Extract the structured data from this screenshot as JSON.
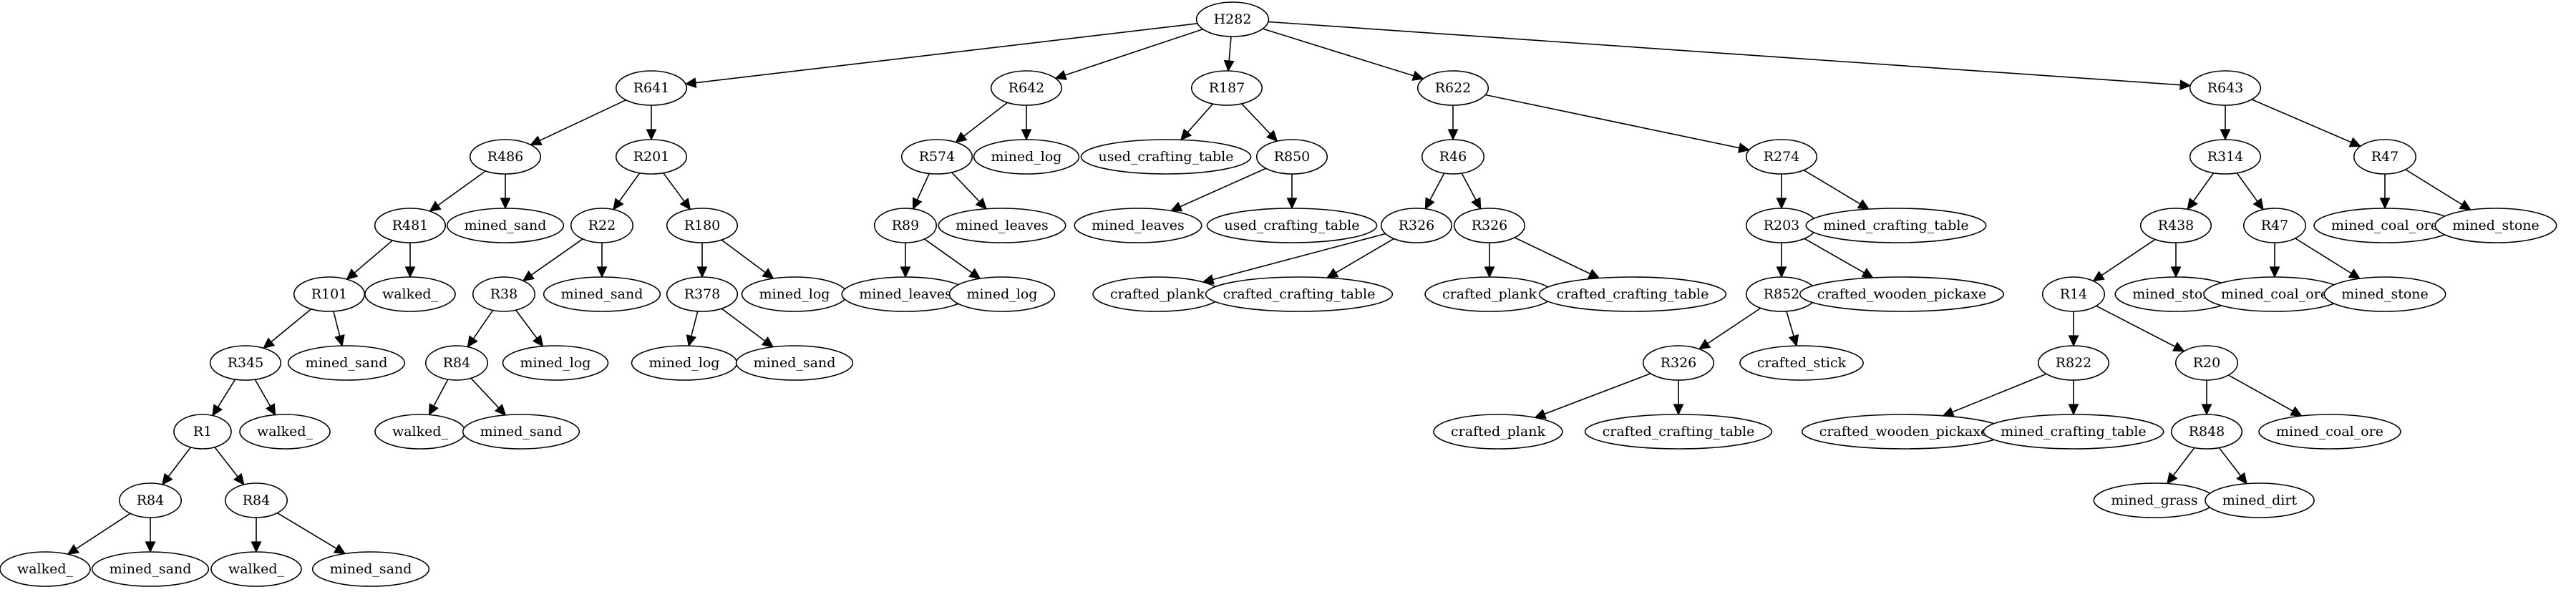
{
  "tree": {
    "nodes": [
      {
        "id": "n0",
        "label": "H282"
      },
      {
        "id": "n1",
        "label": "R641"
      },
      {
        "id": "n2",
        "label": "R642"
      },
      {
        "id": "n3",
        "label": "R187"
      },
      {
        "id": "n4",
        "label": "R622"
      },
      {
        "id": "n5",
        "label": "R643"
      },
      {
        "id": "n6",
        "label": "R486"
      },
      {
        "id": "n7",
        "label": "R201"
      },
      {
        "id": "n8",
        "label": "R574"
      },
      {
        "id": "n9",
        "label": "mined_log"
      },
      {
        "id": "n10",
        "label": "used_crafting_table"
      },
      {
        "id": "n11",
        "label": "R850"
      },
      {
        "id": "n12",
        "label": "R46"
      },
      {
        "id": "n13",
        "label": "R274"
      },
      {
        "id": "n14",
        "label": "R314"
      },
      {
        "id": "n15",
        "label": "R47"
      },
      {
        "id": "n16",
        "label": "R481"
      },
      {
        "id": "n17",
        "label": "mined_sand"
      },
      {
        "id": "n18",
        "label": "R22"
      },
      {
        "id": "n19",
        "label": "R180"
      },
      {
        "id": "n20",
        "label": "R89"
      },
      {
        "id": "n21",
        "label": "mined_leaves"
      },
      {
        "id": "n22",
        "label": "mined_leaves"
      },
      {
        "id": "n23",
        "label": "used_crafting_table"
      },
      {
        "id": "n24",
        "label": "R326"
      },
      {
        "id": "n25",
        "label": "R326"
      },
      {
        "id": "n26",
        "label": "R203"
      },
      {
        "id": "n27",
        "label": "mined_crafting_table"
      },
      {
        "id": "n28",
        "label": "R438"
      },
      {
        "id": "n29",
        "label": "R47"
      },
      {
        "id": "n30",
        "label": "mined_coal_ore"
      },
      {
        "id": "n31",
        "label": "mined_stone"
      },
      {
        "id": "n32",
        "label": "R101"
      },
      {
        "id": "n33",
        "label": "walked_"
      },
      {
        "id": "n34",
        "label": "R38"
      },
      {
        "id": "n35",
        "label": "mined_sand"
      },
      {
        "id": "n36",
        "label": "R378"
      },
      {
        "id": "n37",
        "label": "mined_log"
      },
      {
        "id": "n38",
        "label": "mined_leaves"
      },
      {
        "id": "n39",
        "label": "mined_log"
      },
      {
        "id": "n40",
        "label": "crafted_plank"
      },
      {
        "id": "n41",
        "label": "crafted_crafting_table"
      },
      {
        "id": "n42",
        "label": "crafted_plank"
      },
      {
        "id": "n43",
        "label": "crafted_crafting_table"
      },
      {
        "id": "n44",
        "label": "R852"
      },
      {
        "id": "n45",
        "label": "crafted_wooden_pickaxe"
      },
      {
        "id": "n46",
        "label": "R14"
      },
      {
        "id": "n47",
        "label": "mined_stone"
      },
      {
        "id": "n48",
        "label": "mined_coal_ore"
      },
      {
        "id": "n49",
        "label": "mined_stone"
      },
      {
        "id": "n50",
        "label": "R345"
      },
      {
        "id": "n51",
        "label": "mined_sand"
      },
      {
        "id": "n52",
        "label": "R84"
      },
      {
        "id": "n53",
        "label": "mined_log"
      },
      {
        "id": "n54",
        "label": "mined_log"
      },
      {
        "id": "n55",
        "label": "mined_sand"
      },
      {
        "id": "n56",
        "label": "R326"
      },
      {
        "id": "n57",
        "label": "crafted_stick"
      },
      {
        "id": "n58",
        "label": "R822"
      },
      {
        "id": "n59",
        "label": "R20"
      },
      {
        "id": "n60",
        "label": "R1"
      },
      {
        "id": "n61",
        "label": "walked_"
      },
      {
        "id": "n62",
        "label": "walked_"
      },
      {
        "id": "n63",
        "label": "mined_sand"
      },
      {
        "id": "n64",
        "label": "crafted_plank"
      },
      {
        "id": "n65",
        "label": "crafted_crafting_table"
      },
      {
        "id": "n66",
        "label": "crafted_wooden_pickaxe"
      },
      {
        "id": "n67",
        "label": "mined_crafting_table"
      },
      {
        "id": "n68",
        "label": "R848"
      },
      {
        "id": "n69",
        "label": "mined_coal_ore"
      },
      {
        "id": "n70",
        "label": "R84"
      },
      {
        "id": "n71",
        "label": "R84"
      },
      {
        "id": "n72",
        "label": "mined_grass"
      },
      {
        "id": "n73",
        "label": "mined_dirt"
      },
      {
        "id": "n74",
        "label": "walked_"
      },
      {
        "id": "n75",
        "label": "mined_sand"
      },
      {
        "id": "n76",
        "label": "walked_"
      },
      {
        "id": "n77",
        "label": "mined_sand"
      }
    ],
    "edges": [
      [
        "n0",
        "n1"
      ],
      [
        "n0",
        "n2"
      ],
      [
        "n0",
        "n3"
      ],
      [
        "n0",
        "n4"
      ],
      [
        "n0",
        "n5"
      ],
      [
        "n1",
        "n6"
      ],
      [
        "n1",
        "n7"
      ],
      [
        "n2",
        "n8"
      ],
      [
        "n2",
        "n9"
      ],
      [
        "n3",
        "n10"
      ],
      [
        "n3",
        "n11"
      ],
      [
        "n4",
        "n12"
      ],
      [
        "n4",
        "n13"
      ],
      [
        "n5",
        "n14"
      ],
      [
        "n5",
        "n15"
      ],
      [
        "n6",
        "n16"
      ],
      [
        "n6",
        "n17"
      ],
      [
        "n7",
        "n18"
      ],
      [
        "n7",
        "n19"
      ],
      [
        "n8",
        "n20"
      ],
      [
        "n8",
        "n21"
      ],
      [
        "n11",
        "n22"
      ],
      [
        "n11",
        "n23"
      ],
      [
        "n12",
        "n24"
      ],
      [
        "n12",
        "n25"
      ],
      [
        "n13",
        "n26"
      ],
      [
        "n13",
        "n27"
      ],
      [
        "n14",
        "n28"
      ],
      [
        "n14",
        "n29"
      ],
      [
        "n15",
        "n30"
      ],
      [
        "n15",
        "n31"
      ],
      [
        "n16",
        "n32"
      ],
      [
        "n16",
        "n33"
      ],
      [
        "n18",
        "n34"
      ],
      [
        "n18",
        "n35"
      ],
      [
        "n19",
        "n36"
      ],
      [
        "n19",
        "n37"
      ],
      [
        "n20",
        "n38"
      ],
      [
        "n20",
        "n39"
      ],
      [
        "n24",
        "n40"
      ],
      [
        "n24",
        "n41"
      ],
      [
        "n25",
        "n42"
      ],
      [
        "n25",
        "n43"
      ],
      [
        "n26",
        "n44"
      ],
      [
        "n26",
        "n45"
      ],
      [
        "n28",
        "n46"
      ],
      [
        "n28",
        "n47"
      ],
      [
        "n29",
        "n48"
      ],
      [
        "n29",
        "n49"
      ],
      [
        "n32",
        "n50"
      ],
      [
        "n32",
        "n51"
      ],
      [
        "n34",
        "n52"
      ],
      [
        "n34",
        "n53"
      ],
      [
        "n36",
        "n54"
      ],
      [
        "n36",
        "n55"
      ],
      [
        "n44",
        "n56"
      ],
      [
        "n44",
        "n57"
      ],
      [
        "n46",
        "n58"
      ],
      [
        "n46",
        "n59"
      ],
      [
        "n50",
        "n60"
      ],
      [
        "n50",
        "n61"
      ],
      [
        "n52",
        "n62"
      ],
      [
        "n52",
        "n63"
      ],
      [
        "n56",
        "n64"
      ],
      [
        "n56",
        "n65"
      ],
      [
        "n58",
        "n66"
      ],
      [
        "n58",
        "n67"
      ],
      [
        "n59",
        "n68"
      ],
      [
        "n59",
        "n69"
      ],
      [
        "n60",
        "n70"
      ],
      [
        "n60",
        "n71"
      ],
      [
        "n68",
        "n72"
      ],
      [
        "n68",
        "n73"
      ],
      [
        "n70",
        "n74"
      ],
      [
        "n70",
        "n75"
      ],
      [
        "n71",
        "n76"
      ],
      [
        "n71",
        "n77"
      ]
    ]
  }
}
